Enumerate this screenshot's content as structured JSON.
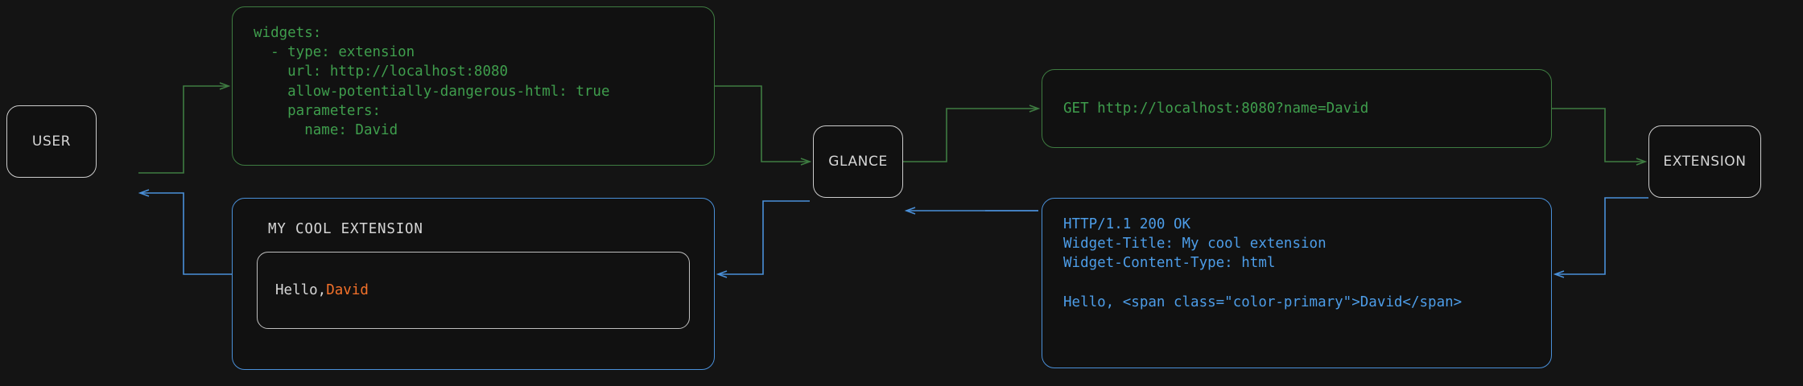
{
  "diagram": {
    "type": "flow-diagram",
    "background_color": "#141414",
    "colors": {
      "node_border": "#cccccc",
      "node_text": "#d6d6d6",
      "request_green": "#3f9e4d",
      "response_blue": "#4d9de8",
      "accent_orange": "#f3712a"
    }
  },
  "nodes": {
    "user": {
      "label": "USER"
    },
    "glance": {
      "label": "GLANCE"
    },
    "extension": {
      "label": "EXTENSION"
    }
  },
  "boxes": {
    "yaml_config": {
      "color": "green",
      "text": "widgets:\n  - type: extension\n    url: http://localhost:8080\n    allow-potentially-dangerous-html: true\n    parameters:\n      name: David"
    },
    "http_request": {
      "color": "green",
      "text": "GET http://localhost:8080?name=David"
    },
    "http_response": {
      "color": "blue",
      "text": "HTTP/1.1 200 OK\nWidget-Title: My cool extension\nWidget-Content-Type: html\n\nHello, <span class=\"color-primary\">David</span>"
    },
    "rendered_widget": {
      "color": "blue",
      "title": "MY COOL EXTENSION",
      "body_prefix": "Hello, ",
      "body_accent": "David"
    }
  },
  "edges": [
    {
      "from": "user",
      "to": "yaml_config",
      "color": "green",
      "direction": "forward"
    },
    {
      "from": "yaml_config",
      "to": "glance",
      "color": "green",
      "direction": "forward"
    },
    {
      "from": "glance",
      "to": "http_request",
      "color": "green",
      "direction": "forward"
    },
    {
      "from": "http_request",
      "to": "extension",
      "color": "green",
      "direction": "forward"
    },
    {
      "from": "extension",
      "to": "http_response",
      "color": "blue",
      "direction": "forward"
    },
    {
      "from": "http_response",
      "to": "glance",
      "color": "blue",
      "direction": "forward"
    },
    {
      "from": "glance",
      "to": "rendered_widget",
      "color": "blue",
      "direction": "forward"
    },
    {
      "from": "rendered_widget",
      "to": "user",
      "color": "blue",
      "direction": "forward"
    }
  ]
}
